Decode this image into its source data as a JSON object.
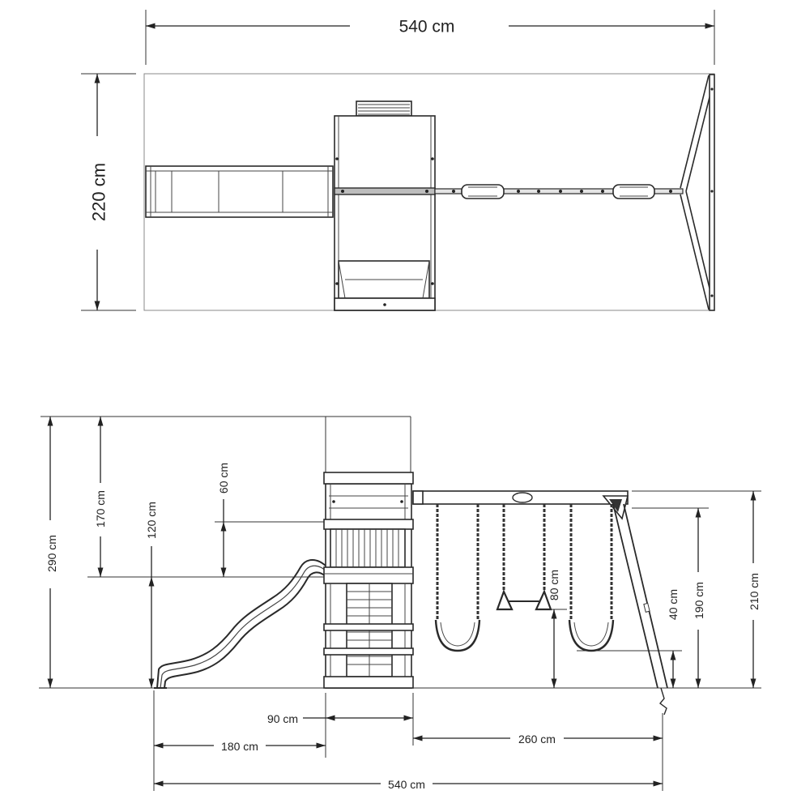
{
  "top_view": {
    "width": "540 cm",
    "depth": "220 cm"
  },
  "side_view": {
    "height_total": "290 cm",
    "height_upper": "170 cm",
    "height_platform": "120 cm",
    "height_wall": "60 cm",
    "height_trapeze": "80 cm",
    "height_seat": "40 cm",
    "height_swing": "190 cm",
    "height_beam": "210 cm",
    "width_tower": "90 cm",
    "length_slide": "180 cm",
    "length_swing": "260 cm",
    "length_total": "540 cm"
  }
}
